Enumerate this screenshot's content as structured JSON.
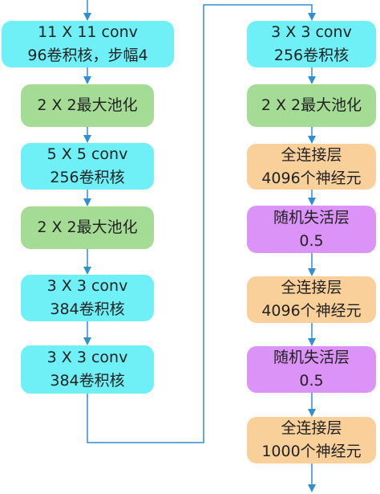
{
  "colors": {
    "conv": "#6ff0f7",
    "pool": "#a4dc96",
    "fc": "#f9d09a",
    "dropout": "#db93f7",
    "arrow": "#2e8fd1"
  },
  "left_column": [
    {
      "line1": "11 X 11 conv",
      "line2": "96卷积核，步幅4",
      "kind": "conv"
    },
    {
      "line1": "2 X 2最大池化",
      "line2": "",
      "kind": "pool"
    },
    {
      "line1": "5 X 5 conv",
      "line2": "256卷积核",
      "kind": "conv"
    },
    {
      "line1": "2 X 2最大池化",
      "line2": "",
      "kind": "pool"
    },
    {
      "line1": "3 X 3 conv",
      "line2": "384卷积核",
      "kind": "conv"
    },
    {
      "line1": "3 X 3 conv",
      "line2": "384卷积核",
      "kind": "conv"
    }
  ],
  "right_column": [
    {
      "line1": "3 X 3 conv",
      "line2": "256卷积核",
      "kind": "conv"
    },
    {
      "line1": "2 X 2最大池化",
      "line2": "",
      "kind": "pool"
    },
    {
      "line1": "全连接层",
      "line2": "4096个神经元",
      "kind": "fc"
    },
    {
      "line1": "随机失活层",
      "line2": "0.5",
      "kind": "dropout"
    },
    {
      "line1": "全连接层",
      "line2": "4096个神经元",
      "kind": "fc"
    },
    {
      "line1": "随机失活层",
      "line2": "0.5",
      "kind": "dropout"
    },
    {
      "line1": "全连接层",
      "line2": "1000个神经元",
      "kind": "fc"
    }
  ]
}
